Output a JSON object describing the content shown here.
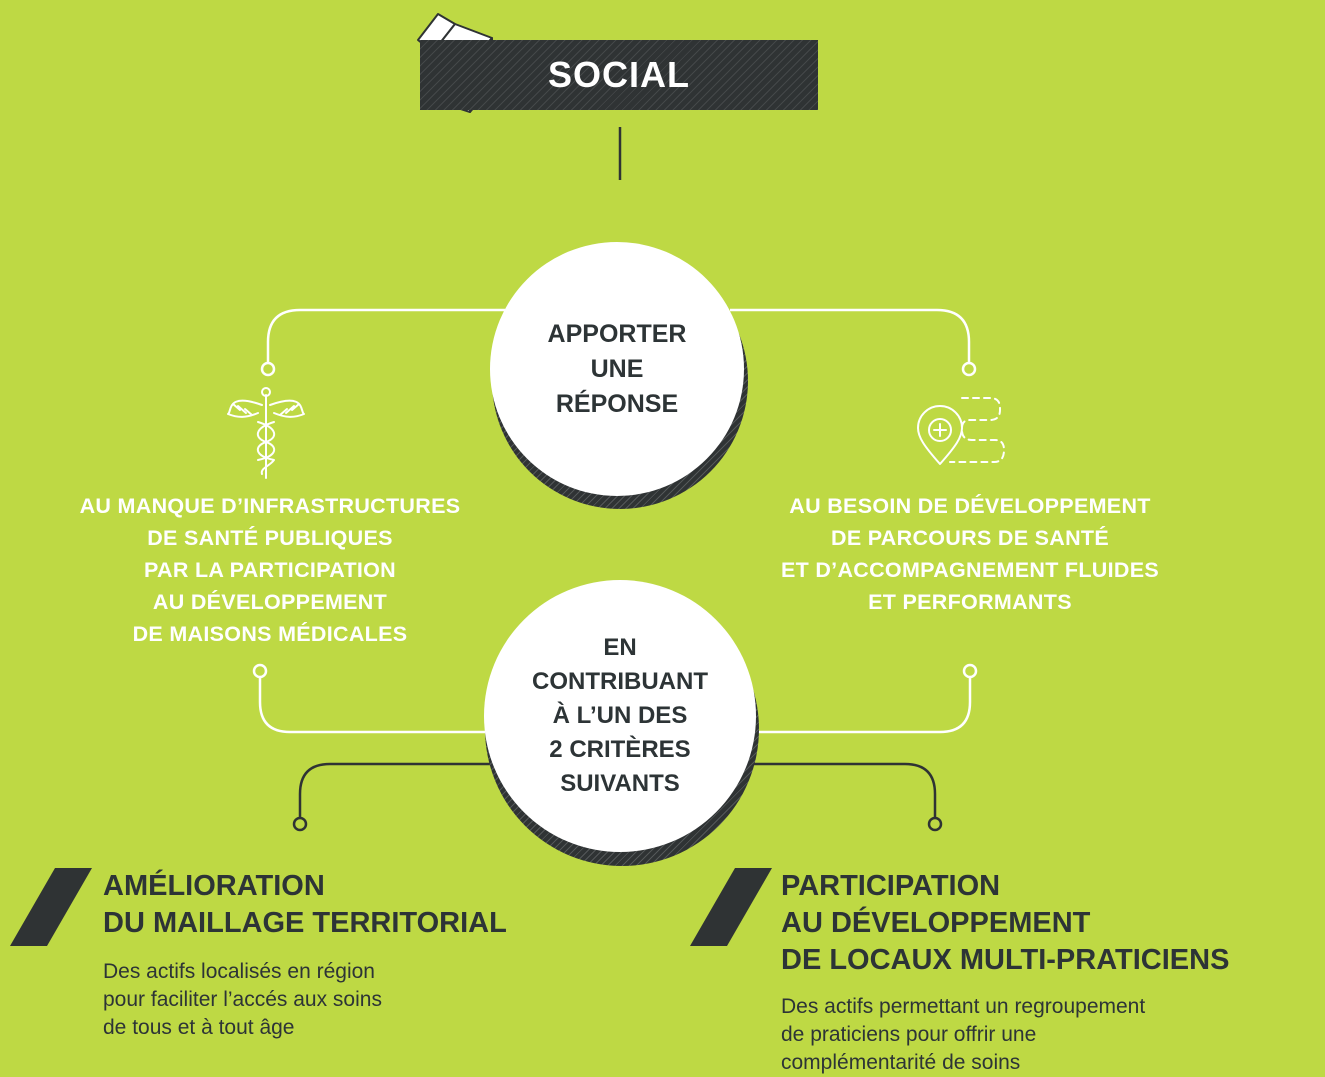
{
  "header": {
    "title": "SOCIAL"
  },
  "central_question": "APPORTER\nUNE\nRÉPONSE",
  "answers": [
    "AU MANQUE D’INFRASTRUCTURES\nDE SANTÉ PUBLIQUES\nPAR LA PARTICIPATION\nAU DÉVELOPPEMENT\nDE MAISONS MÉDICALES",
    "AU BESOIN DE DÉVELOPPEMENT\nDE PARCOURS DE SANTÉ\nET D’ACCOMPAGNEMENT FLUIDES\nET PERFORMANTS"
  ],
  "contribution": "EN\nCONTRIBUANT\nÀ L’UN DES\n2 CRITÈRES\nSUIVANTS",
  "criteria": [
    {
      "title": "AMÉLIORATION\nDU MAILLAGE TERRITORIAL",
      "description": "Des actifs localisés en région\npour faciliter l’accés aux soins\nde tous et à tout âge"
    },
    {
      "title": "PARTICIPATION\nAU DÉVELOPPEMENT\nDE LOCAUX MULTI-PRATICIENS",
      "description": "Des actifs permettant un regroupement\nde praticiens pour offrir une\ncomplémentarité de soins"
    }
  ],
  "icons": [
    "cube-icon",
    "caduceus-icon",
    "health-route-icon"
  ],
  "colors": {
    "background": "#bed944",
    "dark": "#2f3334",
    "light": "#ffffff"
  }
}
